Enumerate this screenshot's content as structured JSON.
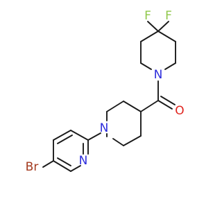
{
  "molecule": {
    "atoms": {
      "f1": {
        "symbol": "F",
        "color": "#8fc84a"
      },
      "f2": {
        "symbol": "F",
        "color": "#8fc84a"
      },
      "n_amide": {
        "symbol": "N",
        "color": "#2c2cdc"
      },
      "o_carbonyl": {
        "symbol": "O",
        "color": "#e0241e"
      },
      "n_piperidine": {
        "symbol": "N",
        "color": "#2c2cdc"
      },
      "n_pyridine": {
        "symbol": "N",
        "color": "#2c2cdc"
      },
      "br": {
        "symbol": "Br",
        "color": "#a33a1e"
      }
    },
    "bond_color": "#1a1a1a"
  }
}
